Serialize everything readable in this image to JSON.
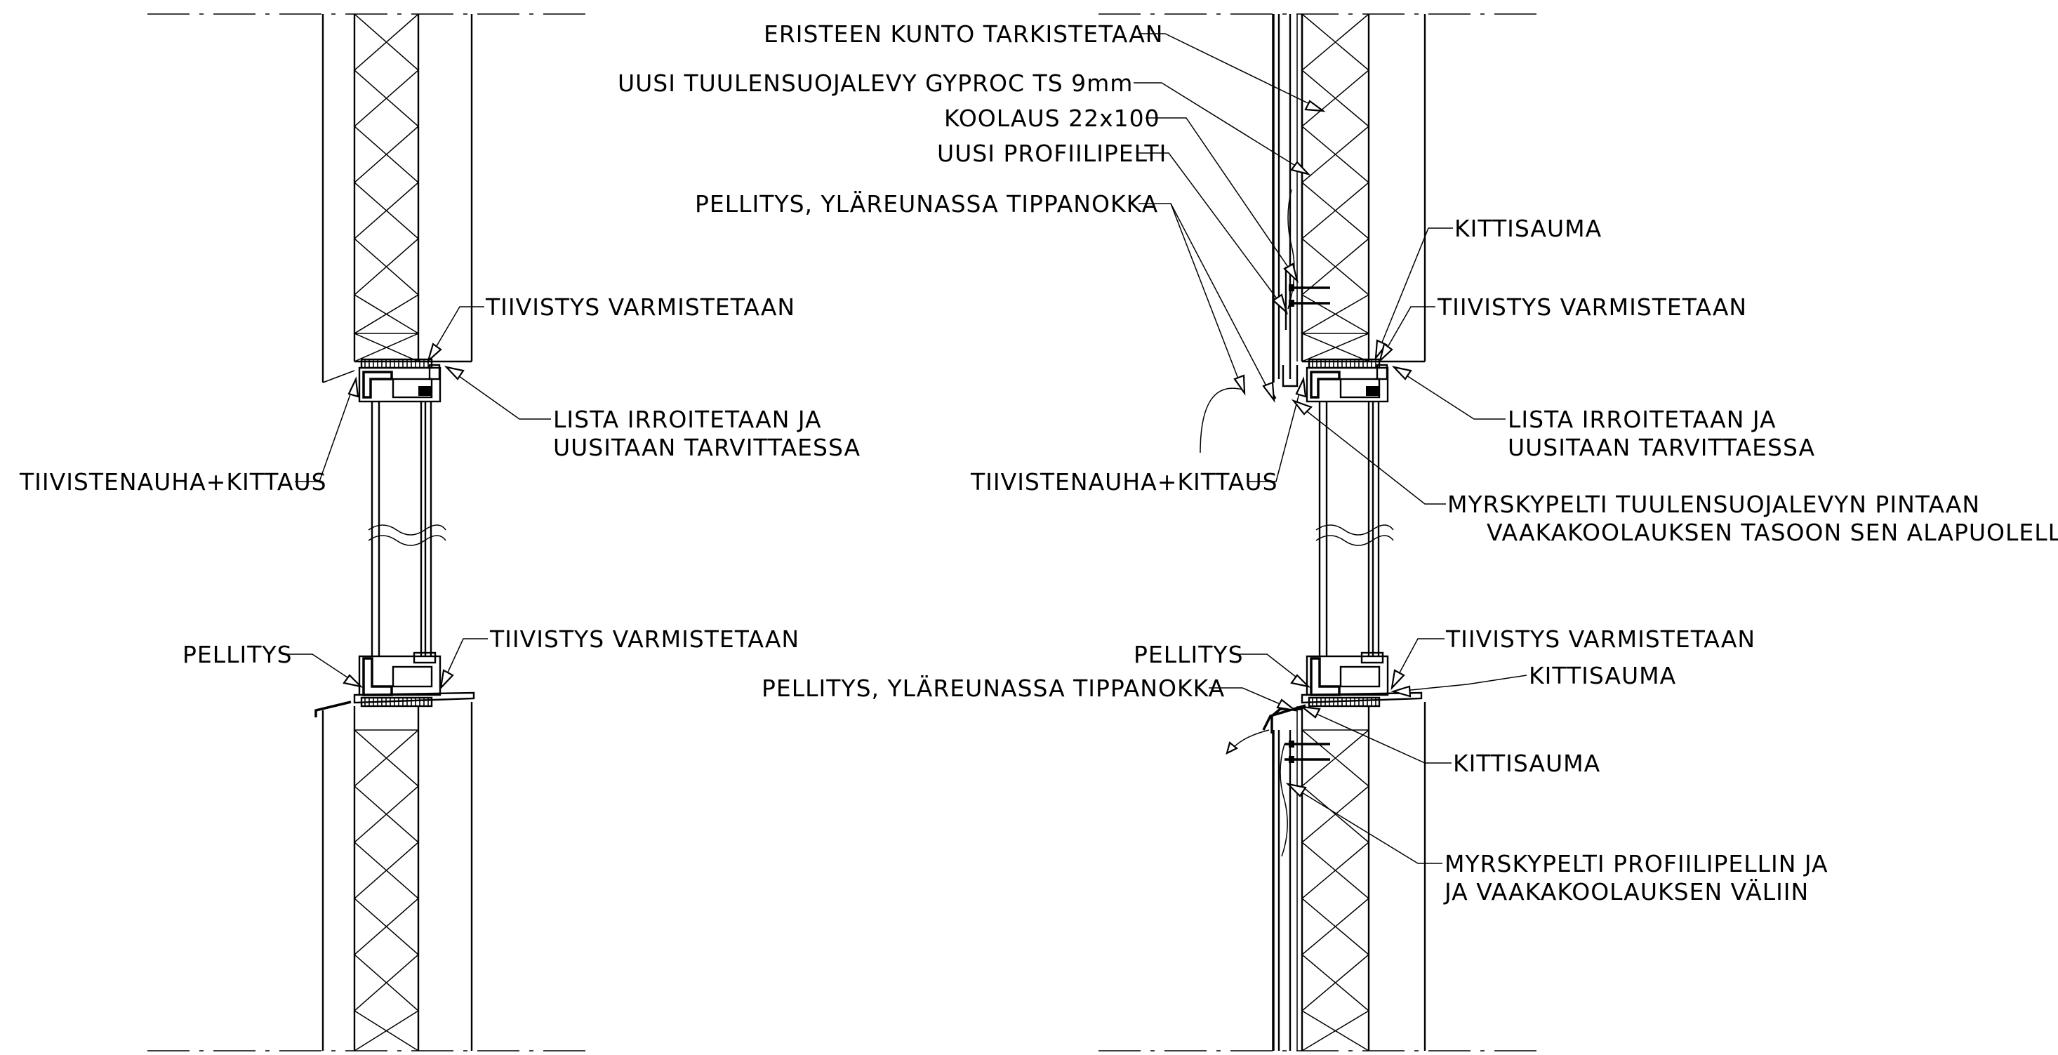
{
  "left_detail": {
    "labels": {
      "top_seal": "TIIVISTYS VARMISTETAAN",
      "strip_line1": "LISTA IRROITETAAN JA",
      "strip_line2": "UUSITAAN TARVITTAESSA",
      "tape": "TIIVISTENAUHA+KITTAUS",
      "flashing": "PELLITYS",
      "bottom_seal": "TIIVISTYS VARMISTETAAN"
    }
  },
  "right_detail": {
    "labels": {
      "insulation": "ERISTEEN KUNTO TARKISTETAAN",
      "wind_board": "UUSI TUULENSUOJALEVY GYPROC TS 9mm",
      "battens": "KOOLAUS 22x100",
      "profile_sheet": "UUSI PROFIILIPELTI",
      "flashing_drip_top": "PELLITYS, YLÄREUNASSA TIPPANOKKA",
      "putty_top": "KITTISAUMA",
      "top_seal": "TIIVISTYS VARMISTETAAN",
      "strip_line1": "LISTA IRROITETAAN JA",
      "strip_line2": "UUSITAAN TARVITTAESSA",
      "tape": "TIIVISTENAUHA+KITTAUS",
      "storm_top_line1": "MYRSKYPELTI TUULENSUOJALEVYN PINTAAN",
      "storm_top_line2": "VAAKAKOOLAUKSEN TASOON SEN ALAPUOLELLE",
      "flashing": "PELLITYS",
      "bottom_seal": "TIIVISTYS VARMISTETAAN",
      "flashing_drip_bottom": "PELLITYS, YLÄREUNASSA TIPPANOKKA",
      "putty_sill": "KITTISAUMA",
      "putty_bottom": "KITTISAUMA",
      "storm_bottom_line1": "MYRSKYPELTI PROFIILIPELLIN JA",
      "storm_bottom_line2": "JA VAAKAKOOLAUKSEN VÄLIIN"
    }
  }
}
